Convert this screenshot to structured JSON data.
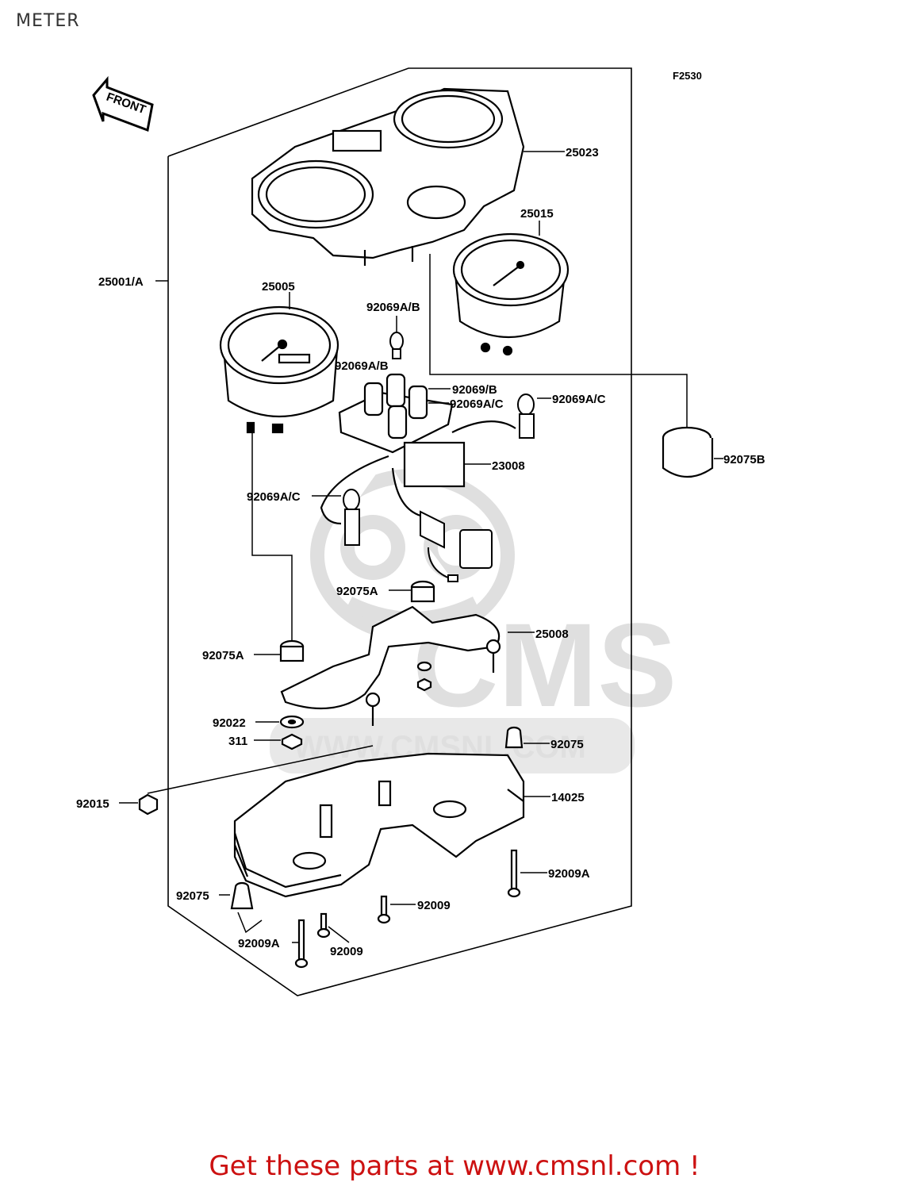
{
  "page": {
    "title": "METER"
  },
  "diagram": {
    "figure_code": "F2530",
    "front_label": "FRONT",
    "watermark": {
      "brand": "CMS",
      "url": "WWW.CMSNL.COM"
    },
    "labels": [
      {
        "id": "l25023",
        "text": "25023"
      },
      {
        "id": "l25015",
        "text": "25015"
      },
      {
        "id": "l25001A",
        "text": "25001/A"
      },
      {
        "id": "l25005",
        "text": "25005"
      },
      {
        "id": "l92069AB_1",
        "text": "92069A/B"
      },
      {
        "id": "l92069AB_2",
        "text": "92069A/B"
      },
      {
        "id": "l92069B",
        "text": "92069/B"
      },
      {
        "id": "l92069AC_1",
        "text": "92069A/C"
      },
      {
        "id": "l92069AC_2",
        "text": "92069A/C"
      },
      {
        "id": "l92069AC_3",
        "text": "92069A/C"
      },
      {
        "id": "l92075B",
        "text": "92075B"
      },
      {
        "id": "l23008",
        "text": "23008"
      },
      {
        "id": "l92075A_1",
        "text": "92075A"
      },
      {
        "id": "l25008",
        "text": "25008"
      },
      {
        "id": "l92075A_2",
        "text": "92075A"
      },
      {
        "id": "l92022",
        "text": "92022"
      },
      {
        "id": "l311",
        "text": "311"
      },
      {
        "id": "l92075_1",
        "text": "92075"
      },
      {
        "id": "l92015",
        "text": "92015"
      },
      {
        "id": "l14025",
        "text": "14025"
      },
      {
        "id": "l92009A_1",
        "text": "92009A"
      },
      {
        "id": "l92075_2",
        "text": "92075"
      },
      {
        "id": "l92009_1",
        "text": "92009"
      },
      {
        "id": "l92009A_2",
        "text": "92009A"
      },
      {
        "id": "l92009_2",
        "text": "92009"
      }
    ]
  },
  "footer": {
    "text": "Get these parts at www.cmsnl.com !",
    "color": "#cc1111"
  }
}
